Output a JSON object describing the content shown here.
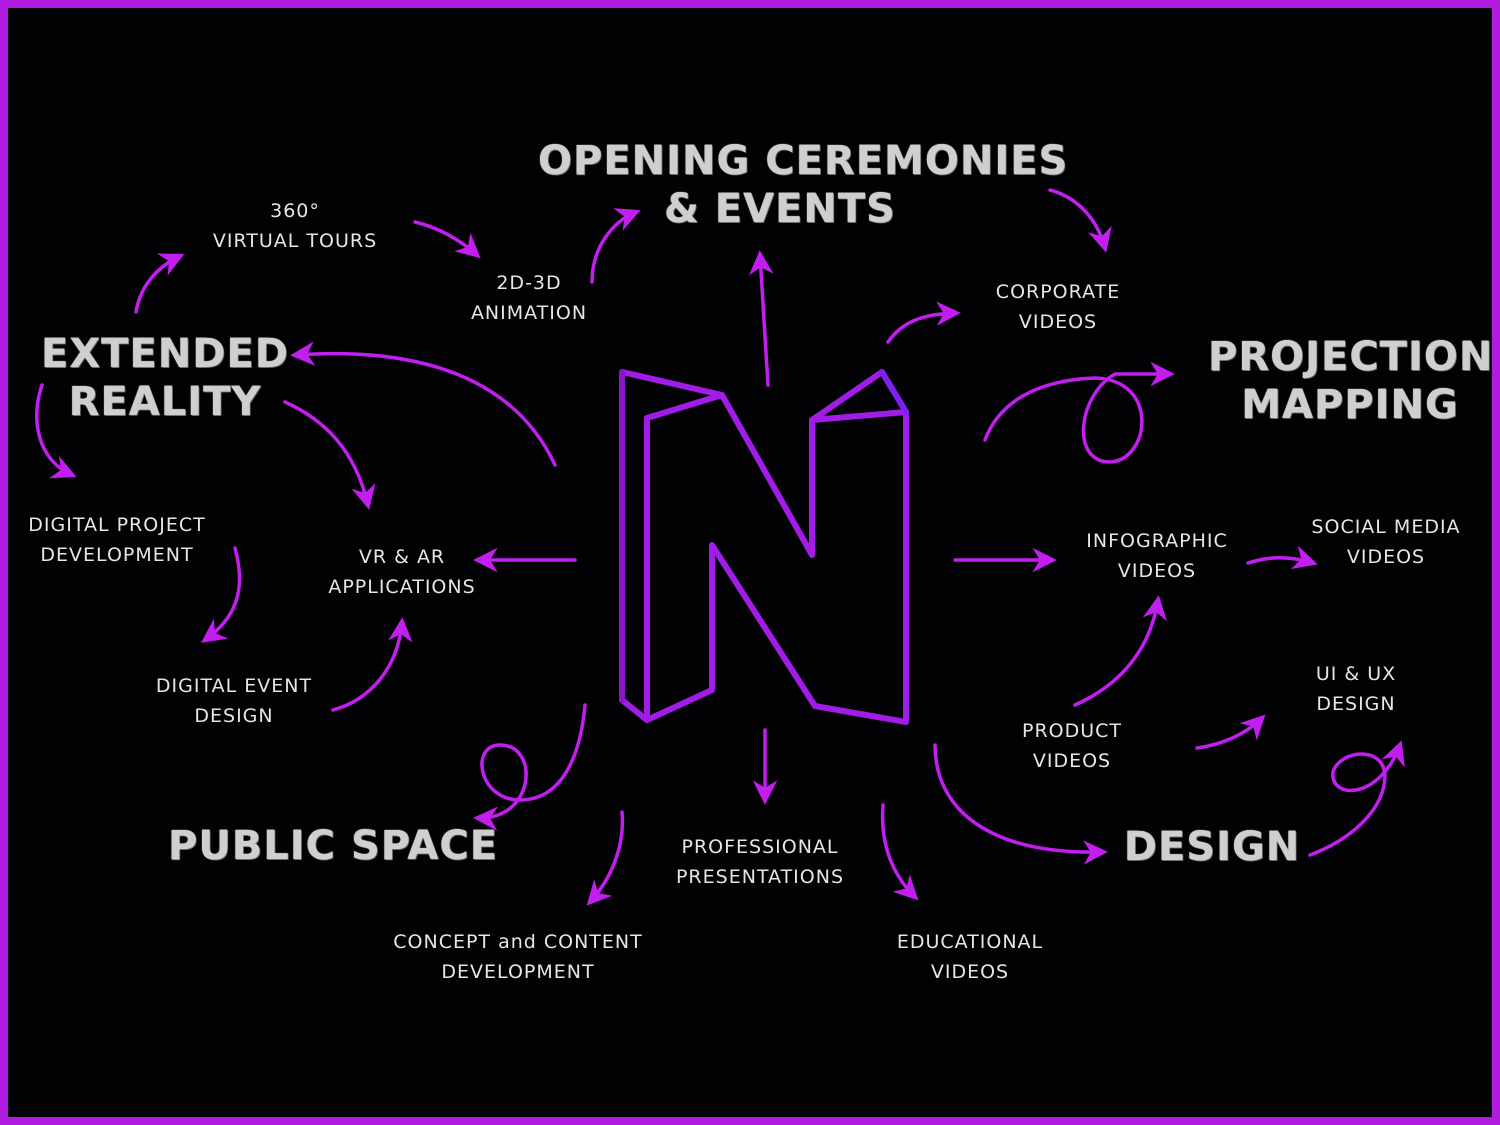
{
  "theme": {
    "background": "#000000",
    "accent": "#c31ef0",
    "border": "#b21be0",
    "logo_stroke": "#a21ce8",
    "text": "#e6e6e6"
  },
  "logo": {
    "letter": "N",
    "icon": "n-logo-icon"
  },
  "major_nodes": {
    "opening": [
      "OPENING CEREMONIES",
      "& EVENTS"
    ],
    "extended_reality": [
      "EXTENDED",
      "REALITY"
    ],
    "projection_mapping": [
      "PROJECTION",
      "MAPPING"
    ],
    "public_space": [
      "PUBLIC SPACE"
    ],
    "design": [
      "DESIGN"
    ]
  },
  "minor_nodes": {
    "virtual_tours": [
      "360°",
      "VIRTUAL TOURS"
    ],
    "animation": [
      "2D-3D",
      "ANIMATION"
    ],
    "corporate_videos": [
      "CORPORATE",
      "VIDEOS"
    ],
    "digital_project": [
      "DIGITAL PROJECT",
      "DEVELOPMENT"
    ],
    "vr_ar": [
      "VR & AR",
      "APPLICATIONS"
    ],
    "digital_event": [
      "DIGITAL EVENT",
      "DESIGN"
    ],
    "infographic": [
      "INFOGRAPHIC",
      "VIDEOS"
    ],
    "social_media": [
      "SOCIAL MEDIA",
      "VIDEOS"
    ],
    "ui_ux": [
      "UI & UX",
      "DESIGN"
    ],
    "product_videos": [
      "PRODUCT",
      "VIDEOS"
    ],
    "professional": [
      "PROFESSIONAL",
      "PRESENTATIONS"
    ],
    "concept": [
      "CONCEPT and CONTENT",
      "DEVELOPMENT"
    ],
    "educational": [
      "EDUCATIONAL",
      "VIDEOS"
    ]
  }
}
